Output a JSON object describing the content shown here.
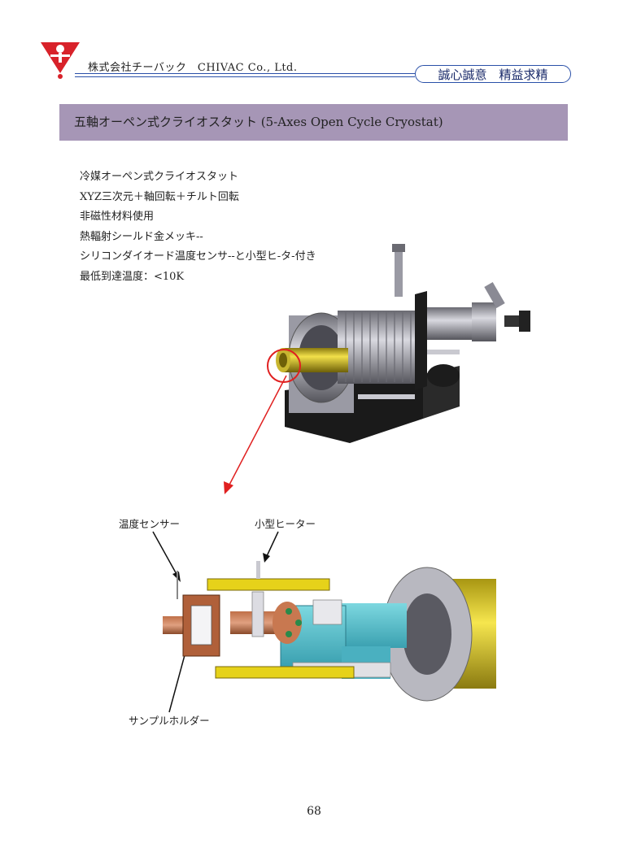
{
  "header": {
    "company": "株式会社チーバック　CHIVAC Co., Ltd.",
    "motto": "誠心誠意　精益求精"
  },
  "banner": {
    "title": "五軸オーペン式クライオスタット (5-Axes Open Cycle Cryostat)"
  },
  "features": [
    "冷媒オーペン式クライオスタット",
    "XYZ三次元＋軸回転＋チルト回転",
    "非磁性材料使用",
    "熱輻射シールド金メッキ--",
    "シリコンダイオード温度センサ--と小型ヒ-タ-付き",
    "最低到達温度：<10K"
  ],
  "callouts": {
    "temp_sensor": "温度センサー",
    "heater": "小型ヒーター",
    "sample_holder": "サンプルホルダー"
  },
  "colors": {
    "header_line": "#2a50a8",
    "banner_bg": "#a696b6",
    "arrow": "#e02020"
  },
  "page": {
    "number": "68"
  }
}
